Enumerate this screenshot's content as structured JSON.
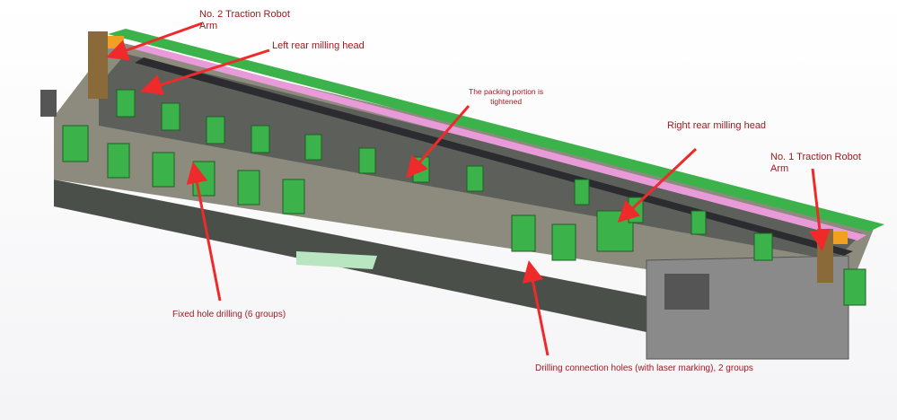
{
  "title": "Machine layout diagram",
  "colors": {
    "label": "#9a1c22",
    "arrow": "#ee2a2a",
    "frame": "#3bb34a",
    "rail": "#e89bd8",
    "body": "#8a8a80"
  },
  "labels": {
    "traction2_line1": "No. 2 Traction Robot",
    "traction2_line2": "Arm",
    "left_rear_milling": "Left rear milling head",
    "packing_line1": "The packing portion is",
    "packing_line2": "tightened",
    "right_rear_milling": "Right rear milling head",
    "traction1_line1": "No. 1 Traction Robot",
    "traction1_line2": "Arm",
    "fixed_hole": "Fixed hole drilling (6 groups)",
    "drilling_connection": "Drilling connection holes (with laser marking), 2 groups"
  }
}
